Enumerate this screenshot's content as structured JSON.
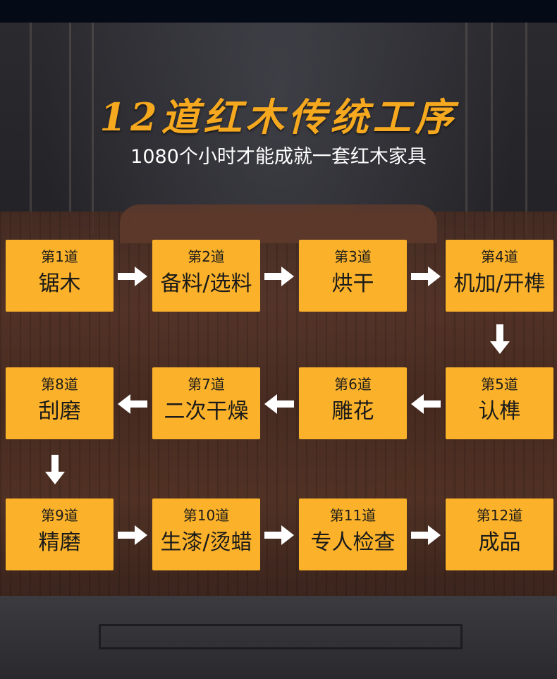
{
  "title": "12道红木传统工序",
  "subtitle": "1080个小时才能成就一套红木家具",
  "steps": [
    {
      "step": "第1道",
      "name": "锯木"
    },
    {
      "step": "第2道",
      "name": "备料/选料"
    },
    {
      "step": "第3道",
      "name": "烘干"
    },
    {
      "step": "第4道",
      "name": "机加/开榫"
    },
    {
      "step": "第5道",
      "name": "认榫"
    },
    {
      "step": "第6道",
      "name": "雕花"
    },
    {
      "step": "第7道",
      "name": "二次干燥"
    },
    {
      "step": "第8道",
      "name": "刮磨"
    },
    {
      "step": "第9道",
      "name": "精磨"
    },
    {
      "step": "第10道",
      "name": "生漆/烫蜡"
    },
    {
      "step": "第11道",
      "name": "专人检查"
    },
    {
      "step": "第12道",
      "name": "成品"
    }
  ],
  "colors": {
    "accent": "#fbb22a",
    "title": "#f6a91f",
    "text": "#1a1a1a"
  }
}
